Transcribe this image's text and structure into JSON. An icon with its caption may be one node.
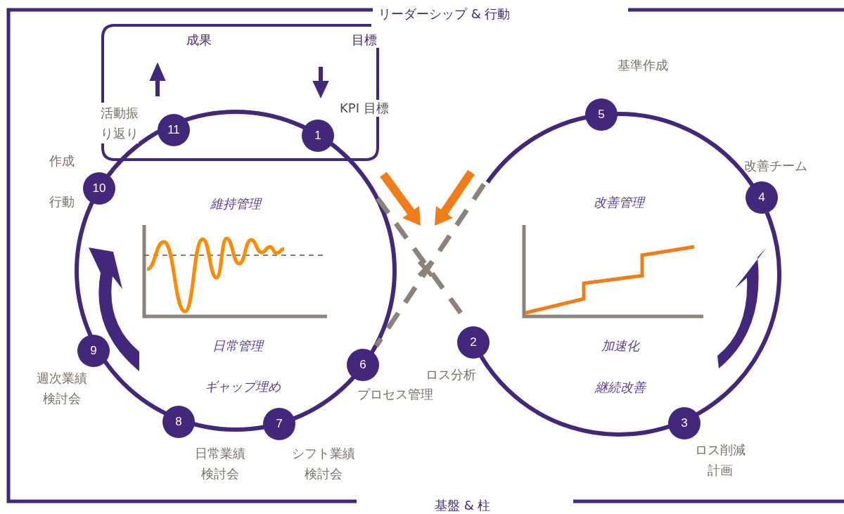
{
  "diagram": {
    "nodes": [
      {
        "text": [
          "リーダーシップ & 行動",
          "基盤 & 柱"
        ]
      },
      {
        "text": [
          "成果",
          "目標"
        ],
        "in": 0
      },
      {
        "text": [
          "1"
        ],
        "in": 1,
        "beside": [
          "KPI 目標"
        ]
      },
      {
        "text": [
          "2"
        ],
        "in": 0,
        "beside": [
          "ロス分析"
        ]
      },
      {
        "text": [
          "3"
        ],
        "in": 0,
        "beside": [
          "ロス削減計画"
        ]
      },
      {
        "text": [
          "4"
        ],
        "in": 0,
        "beside": [
          "改善チーム"
        ]
      },
      {
        "text": [
          "5"
        ],
        "in": 0,
        "beside": [
          "基準作成"
        ]
      },
      {
        "text": [
          "6"
        ],
        "in": 0,
        "beside": [
          "プロセス管理"
        ]
      },
      {
        "text": [
          "7"
        ],
        "in": 0,
        "beside": [
          "シフト業績検討会"
        ]
      },
      {
        "text": [
          "8"
        ],
        "in": 0,
        "beside": [
          "日常業績検討会"
        ]
      },
      {
        "text": [
          "9"
        ],
        "in": 0,
        "beside": [
          "週次業績検討会"
        ]
      },
      {
        "text": [
          "10"
        ],
        "in": 0,
        "beside": [
          "作成",
          "行動"
        ]
      },
      {
        "text": [
          "11"
        ],
        "in": 1,
        "beside": [
          "活動振り返り"
        ]
      }
    ],
    "labels": [
      "維持管理",
      "日常管理",
      "ギャップ埋め",
      "改善管理",
      "加速化",
      "継続改善"
    ]
  }
}
